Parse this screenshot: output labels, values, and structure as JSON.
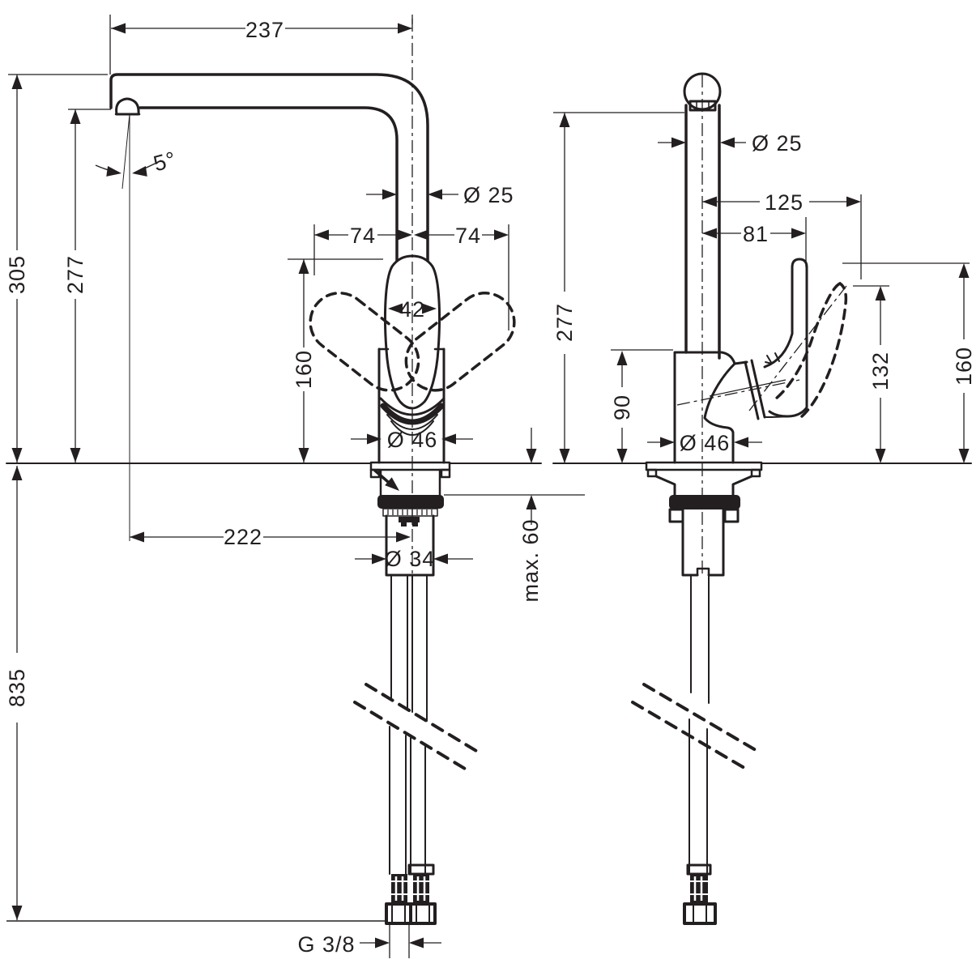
{
  "colors": {
    "line": "#231f20",
    "background": "#ffffff"
  },
  "front_view": {
    "dims": {
      "reach_top": "237",
      "angle": "5°",
      "height_total": "305",
      "height_outlet": "277",
      "pipe_dia": "Ø 25",
      "swing_left": "74",
      "swing_right": "74",
      "handle_width": "42",
      "handle_height": "160",
      "body_dia": "Ø 46",
      "deck_max": "max. 60",
      "reach_outlet": "222",
      "shank_dia": "Ø 34",
      "hose_length": "835",
      "thread": "G 3/8"
    }
  },
  "side_view": {
    "dims": {
      "height_outlet": "277",
      "pipe_dia": "Ø 25",
      "lever_reach_open": "125",
      "lever_reach": "81",
      "body_height": "90",
      "body_dia": "Ø 46",
      "lever_height_open": "132",
      "lever_height": "160"
    }
  }
}
